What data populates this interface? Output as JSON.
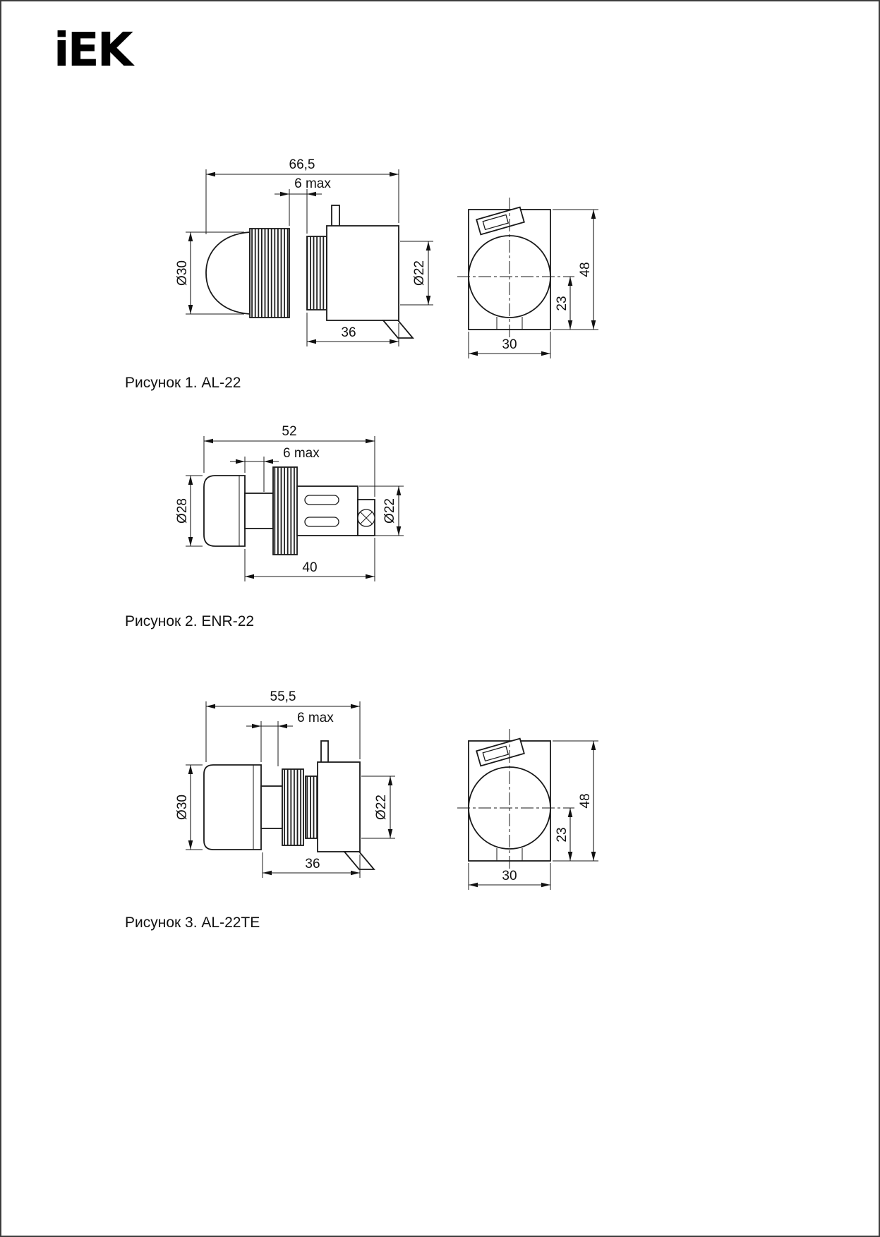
{
  "page": {
    "logo": "iEK",
    "ink_color": "#111111"
  },
  "figures": [
    {
      "caption": "Рисунок 1. AL-22",
      "dims": {
        "total_width": "66,5",
        "panel_max": "6 max",
        "lens_diameter": "Ø30",
        "mount_diameter": "Ø22",
        "body_depth": "36",
        "front_height": "48",
        "front_center_to_bottom": "23",
        "front_width": "30"
      }
    },
    {
      "caption": "Рисунок 2. ENR-22",
      "dims": {
        "total_width": "52",
        "panel_max": "6 max",
        "lens_diameter": "Ø28",
        "mount_diameter": "Ø22",
        "body_depth": "40"
      }
    },
    {
      "caption": "Рисунок 3. AL-22TE",
      "dims": {
        "total_width": "55,5",
        "panel_max": "6 max",
        "lens_diameter": "Ø30",
        "mount_diameter": "Ø22",
        "body_depth": "36",
        "front_height": "48",
        "front_center_to_bottom": "23",
        "front_width": "30"
      }
    }
  ]
}
